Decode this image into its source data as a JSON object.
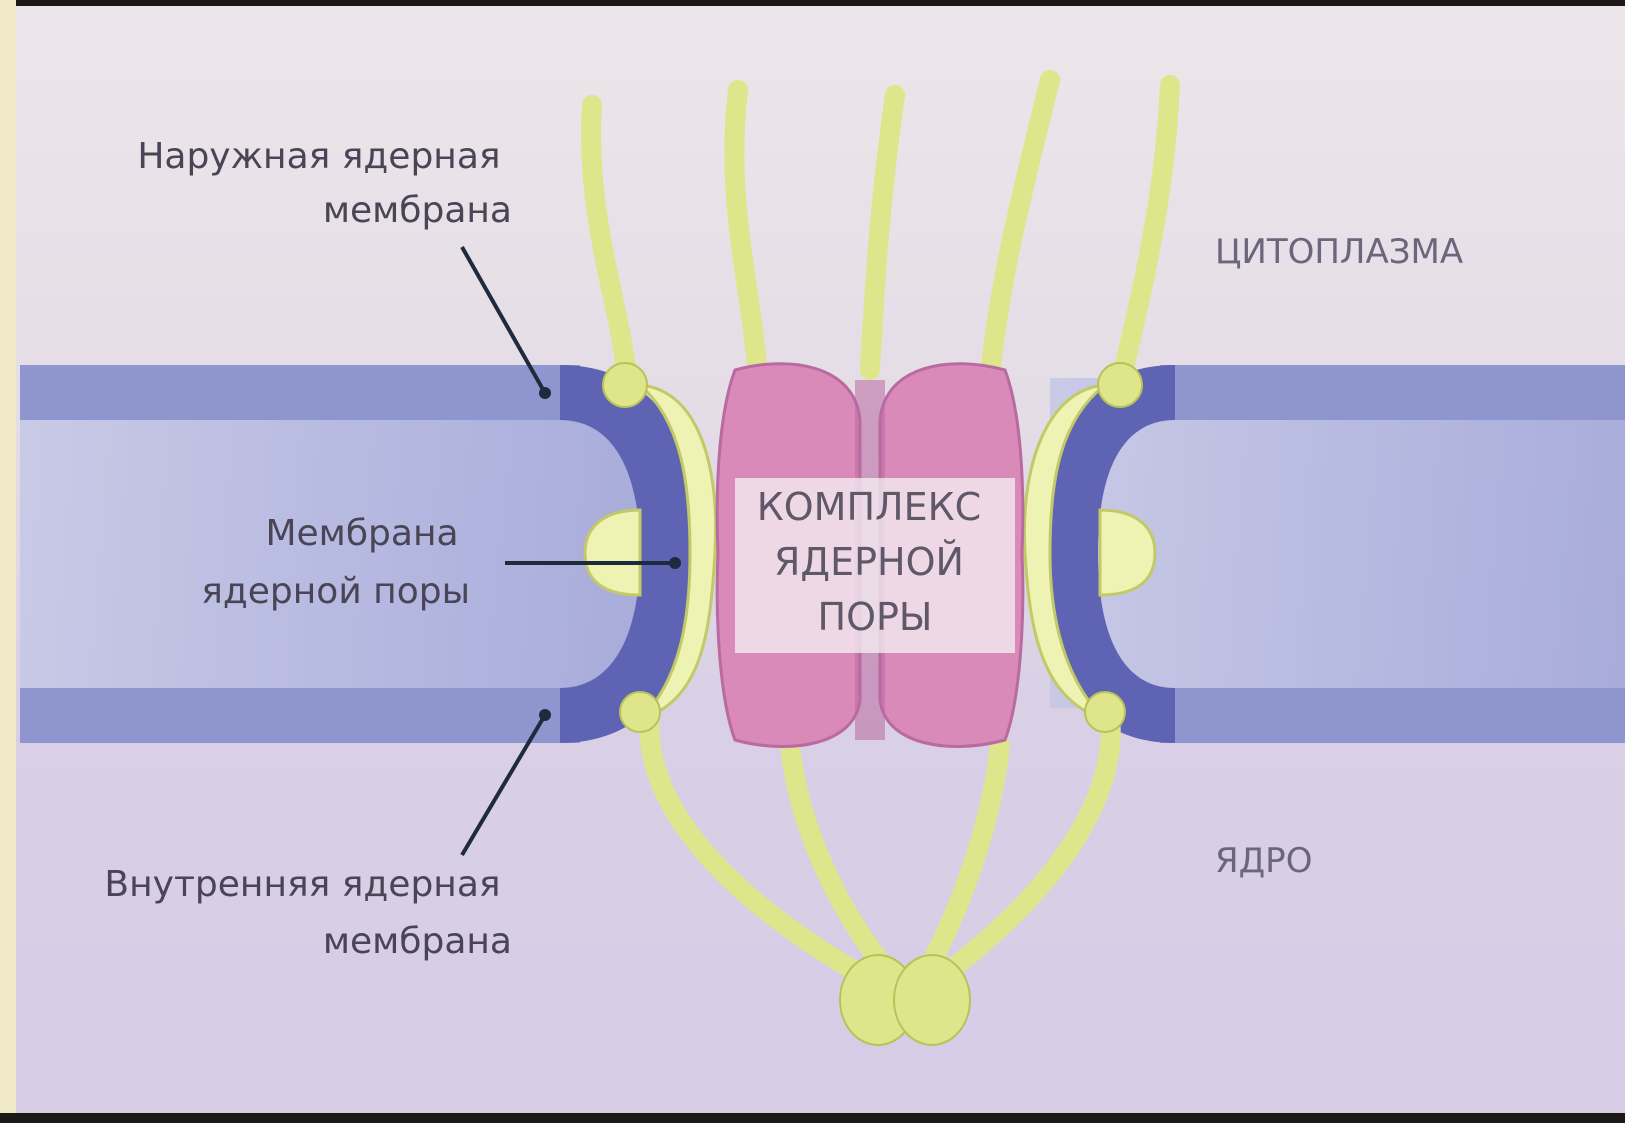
{
  "labels": {
    "outer_membrane": [
      "Наружная ядерная",
      "мембрана"
    ],
    "pore_membrane": [
      "Мембрана",
      "ядерной поры"
    ],
    "inner_membrane": [
      "Внутренняя ядерная",
      "мембрана"
    ],
    "npc": [
      "КОМПЛЕКС",
      "ЯДЕРНОЙ",
      "ПОРЫ"
    ],
    "cytoplasm": "ЦИТОПЛАЗМА",
    "nucleus": "ЯДРО"
  },
  "colors": {
    "cytoplasm_bg": "#e6dfe6",
    "nucleus_bg": "#d8cfe6",
    "membrane_light": "#b6bbe0",
    "membrane_mid": "#8f95cf",
    "membrane_dark": "#5f63b4",
    "fibril": "#dfe58a",
    "fibril_edge": "#b9c257",
    "ring": "#eef2b2",
    "channel": "#d98ab9",
    "channel_dark": "#b96aa0",
    "leader": "#1f2a3c"
  }
}
